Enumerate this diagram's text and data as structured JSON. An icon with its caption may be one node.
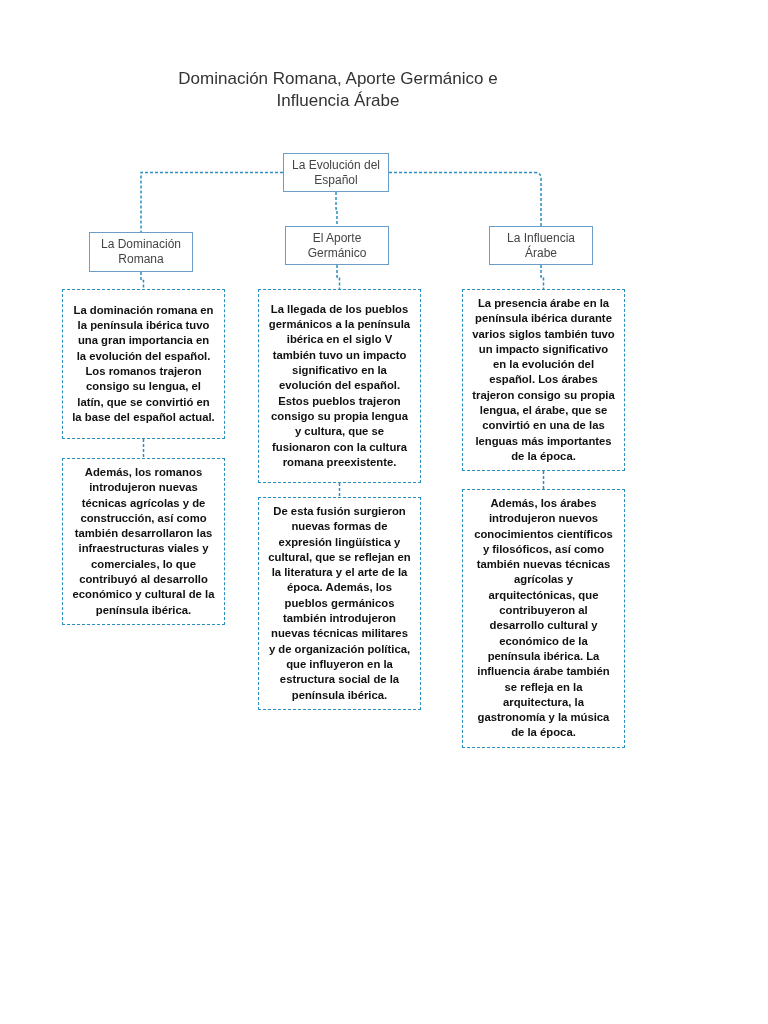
{
  "diagram": {
    "title": "Dominación Romana, Aporte Germánico e Influencia Árabe",
    "nodes": [
      {
        "text": [
          "La Evolución del Español"
        ]
      },
      {
        "text": [
          "La Dominación Romana"
        ]
      },
      {
        "text": [
          "El Aporte Germánico"
        ]
      },
      {
        "text": [
          "La Influencia Árabe"
        ]
      },
      {
        "text": [
          "La dominación romana en la península ibérica tuvo una gran importancia en la evolución del español. Los romanos trajeron consigo su lengua, el latín, que se convirtió en la base del español actual."
        ]
      },
      {
        "text": [
          "La llegada de los pueblos germánicos a la península ibérica en el siglo V también tuvo un impacto significativo en la evolución del español. Estos pueblos trajeron consigo su propia lengua y cultura, que se fusionaron con la cultura romana preexistente."
        ]
      },
      {
        "text": [
          "La presencia árabe en la península ibérica durante varios siglos también tuvo un impacto significativo en la evolución del español. Los árabes trajeron consigo su propia lengua, el árabe, que se convirtió en una de las lenguas más importantes de la época."
        ]
      },
      {
        "text": [
          "Además, los romanos introdujeron nuevas técnicas agrícolas y de construcción, así como también desarrollaron las infraestructuras viales y comerciales, lo que contribuyó al desarrollo económico y cultural de la península ibérica."
        ]
      },
      {
        "text": [
          "De esta fusión surgieron nuevas formas de expresión lingüística y cultural, que se reflejan en la literatura y el arte de la época. Además, los pueblos germánicos también introdujeron nuevas técnicas militares y de organización política, que influyeron en la estructura social de la península ibérica."
        ]
      },
      {
        "text": [
          "Además, los árabes introdujeron nuevos conocimientos científicos y filosóficos, así como también nuevas técnicas agrícolas y arquitectónicas, que contribuyeron al desarrollo cultural y económico de la península ibérica. La influencia árabe también se refleja en la arquitectura, la gastronomía y la música de la época."
        ]
      }
    ],
    "edges": [
      {
        "from": 0,
        "to": 1,
        "arrow": "none",
        "style": "dashed"
      },
      {
        "from": 0,
        "to": 2,
        "arrow": "none",
        "style": "dashed"
      },
      {
        "from": 0,
        "to": 3,
        "arrow": "none",
        "style": "dashed"
      },
      {
        "from": 1,
        "to": 4,
        "arrow": "none",
        "style": "dashed"
      },
      {
        "from": 2,
        "to": 5,
        "arrow": "none",
        "style": "dashed"
      },
      {
        "from": 3,
        "to": 6,
        "arrow": "none",
        "style": "dashed"
      },
      {
        "from": 4,
        "to": 7,
        "arrow": "none",
        "style": "dashed"
      },
      {
        "from": 5,
        "to": 8,
        "arrow": "none",
        "style": "dashed"
      },
      {
        "from": 6,
        "to": 9,
        "arrow": "none",
        "style": "dashed"
      }
    ]
  }
}
